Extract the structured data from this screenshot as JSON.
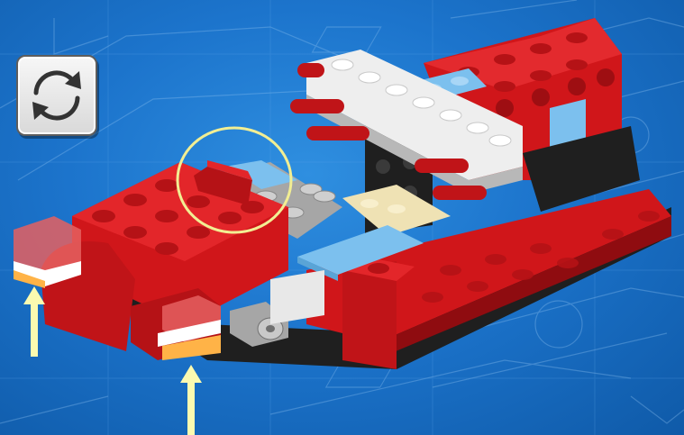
{
  "scene": {
    "background": "blueprint",
    "model": "red-lego-vehicle",
    "step_hint": "attach-part"
  },
  "toolbar": {
    "rotate_button": {
      "icon": "rotate-icon",
      "tooltip": ""
    }
  },
  "highlight": {
    "shape": "circle",
    "color": "#f2ee93"
  },
  "hint_arrows": {
    "count": 2,
    "color": "#fbfab0",
    "direction": "up"
  },
  "colors": {
    "background": "#1c74cc",
    "brick_red": "#d0161a",
    "brick_dark_red": "#8f0c10",
    "brick_white": "#eeeeee",
    "brick_light_blue": "#7cc0ee",
    "brick_tan": "#efe2b4",
    "brick_gray": "#a6a6a6",
    "brick_black": "#1f1f1f",
    "transparent_orange": "#ffb347"
  }
}
